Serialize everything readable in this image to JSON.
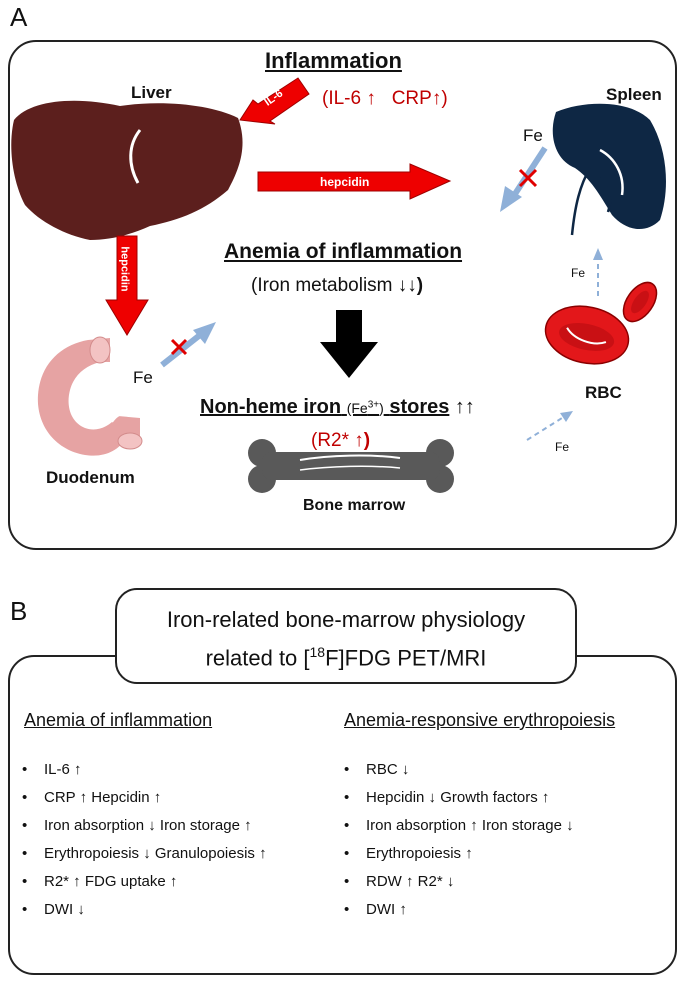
{
  "panel_a": {
    "letter": "A",
    "inflammation": {
      "title": "Inflammation",
      "il6": "IL-6",
      "crp": "CRP",
      "up_arrow": "↑"
    },
    "labels": {
      "liver": "Liver",
      "spleen": "Spleen",
      "duodenum": "Duodenum",
      "rbc": "RBC",
      "bone_marrow": "Bone marrow"
    },
    "arrows": {
      "il6": "IL-6",
      "hepcidin_horizontal": "hepcidin",
      "hepcidin_vertical": "hepcidin"
    },
    "fe": {
      "spleen": "Fe",
      "duodenum": "Fe",
      "rbc_upper": "Fe",
      "rbc_lower": "Fe"
    },
    "center": {
      "anemia_title": "Anemia of inflammation",
      "iron_metabolism": "(Iron metabolism",
      "iron_metabolism_symbol": "↓↓)",
      "nonheme_prefix": "Non-heme iron",
      "fe3_base": "(Fe",
      "fe3_sup": "3+",
      "fe3_close": ")",
      "stores": "stores",
      "stores_symbol": "↑↑",
      "r2_text": "(R2*",
      "r2_symbol": "↑)"
    },
    "colors": {
      "liver": "#5c1f1d",
      "spleen": "#0e2744",
      "duodenum": "#e6a3a3",
      "rbc": "#e3171a",
      "bone": "#595959",
      "red_arrow": "#ee0000",
      "blue_arrow": "#8fb0d8",
      "accent_red": "#c00000"
    }
  },
  "panel_b": {
    "letter": "B",
    "title_line1": "Iron-related bone-marrow physiology",
    "title_line2_prefix": "related to [",
    "title_line2_sup": "18",
    "title_line2_suffix": "F]FDG PET/MRI",
    "bullet": "•",
    "left": {
      "heading": "Anemia of inflammation",
      "items": [
        "IL-6 ↑",
        "CRP ↑   Hepcidin ↑",
        "Iron absorption ↓   Iron storage ↑",
        "Erythropoiesis ↓   Granulopoiesis ↑",
        "R2* ↑   FDG uptake ↑",
        "DWI ↓"
      ]
    },
    "right": {
      "heading": "Anemia-responsive erythropoiesis",
      "items": [
        "RBC ↓",
        "Hepcidin ↓   Growth factors ↑",
        "Iron absorption ↑   Iron storage ↓",
        "Erythropoiesis ↑",
        "RDW ↑   R2* ↓",
        "DWI ↑"
      ]
    }
  }
}
